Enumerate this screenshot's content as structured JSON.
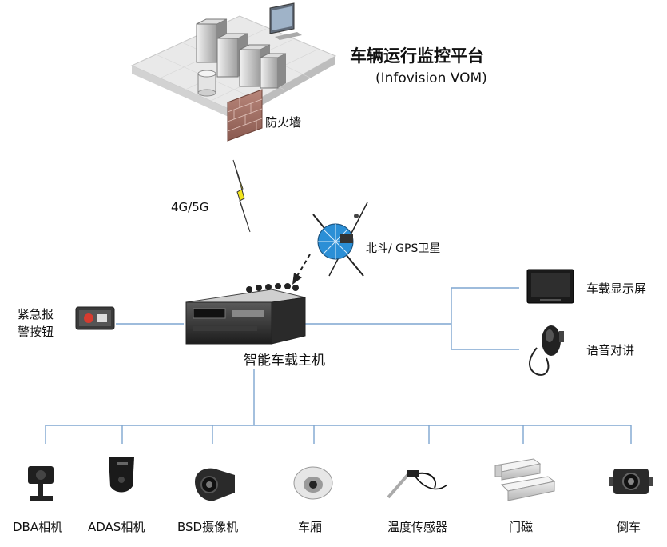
{
  "platform": {
    "title": "车辆运行监控平台",
    "subtitle": "(Infovision VOM)"
  },
  "firewall": {
    "label": "防火墙"
  },
  "network": {
    "label": "4G/5G"
  },
  "satellite": {
    "label": "北斗/ GPS卫星"
  },
  "host": {
    "label": "智能车载主机"
  },
  "emergency": {
    "line1": "紧急报",
    "line2": "警按钮"
  },
  "right_devices": [
    {
      "label": "车载显示屏",
      "icon": "monitor-icon"
    },
    {
      "label": "语音对讲",
      "icon": "microphone-icon"
    }
  ],
  "bottom_devices": [
    {
      "label": "DBA相机",
      "icon": "dba-camera-icon"
    },
    {
      "label": "ADAS相机",
      "icon": "adas-camera-icon"
    },
    {
      "label": "BSD摄像机",
      "icon": "bsd-camera-icon"
    },
    {
      "label": "车厢",
      "icon": "dome-camera-icon"
    },
    {
      "label": "温度传感器",
      "icon": "temperature-sensor-icon"
    },
    {
      "label": "门磁",
      "icon": "door-magnet-icon"
    },
    {
      "label": "倒车",
      "icon": "reverse-camera-icon"
    }
  ],
  "colors": {
    "connector": "#7ea6d0",
    "lightning": "#f2e41c",
    "satellite_dish": "#2b8fd6"
  }
}
